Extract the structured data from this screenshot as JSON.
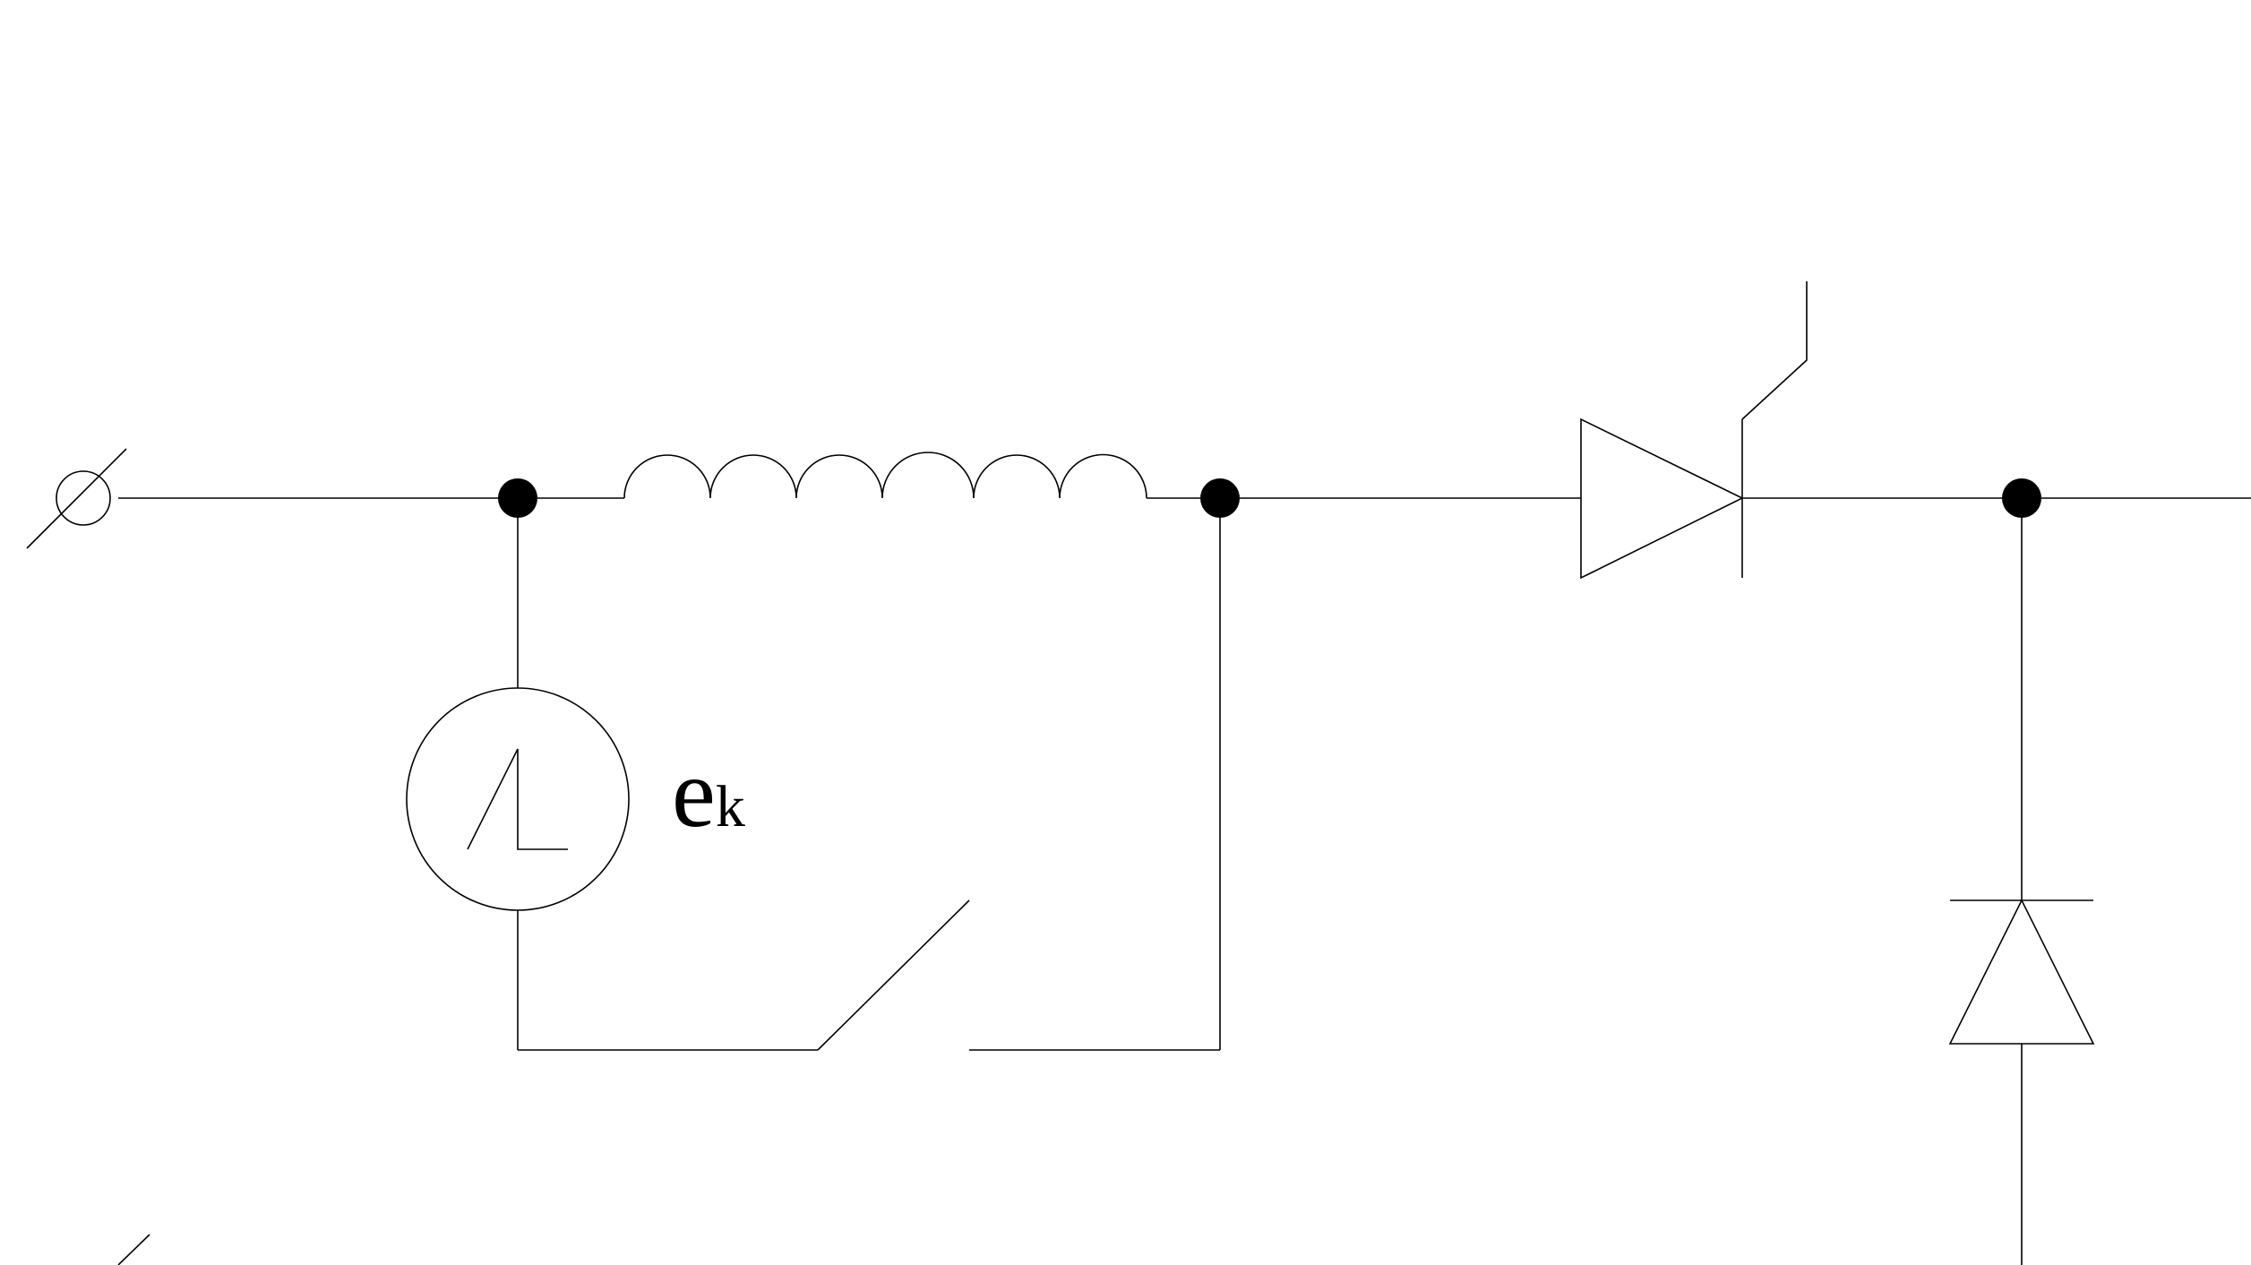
{
  "diagram": {
    "source_label": {
      "main": "e",
      "subscript": "k"
    },
    "components": [
      "terminal-symbol",
      "inductor-coil",
      "voltage-source",
      "open-switch",
      "thyristor",
      "diode"
    ],
    "colors": {
      "background": "#ffffff",
      "line": "#000000"
    }
  }
}
